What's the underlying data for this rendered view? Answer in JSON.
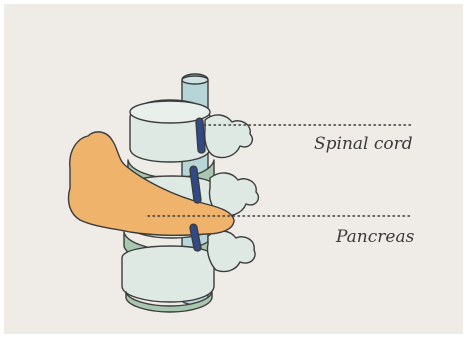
{
  "labels": {
    "spinal_cord": "Spinal cord",
    "pancreas": "Pancreas"
  },
  "colors": {
    "background_panel": "#efebe7",
    "vertebra_body": "#dfe9e4",
    "intervertebral_disc": "#a9c7b0",
    "spinal_cord_tube": "#b7d4d6",
    "nerve_root": "#2f4a86",
    "pancreas": "#efb36c",
    "outline": "#3c3c3c"
  },
  "icons": [
    "spine-illustration",
    "pancreas-shape",
    "nerve-root-icon"
  ]
}
